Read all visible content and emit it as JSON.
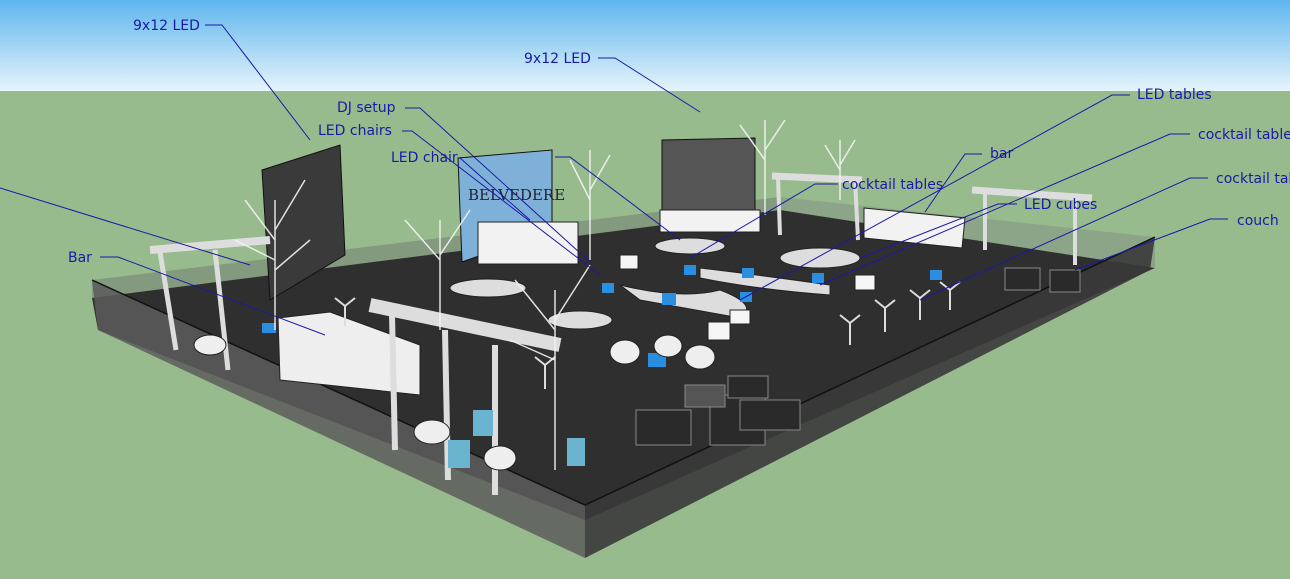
{
  "labels": {
    "led_left": "9x12 LED",
    "led_center": "9x12 LED",
    "dj_setup": "DJ setup",
    "led_chairs": "LED chairs",
    "led_chair": "LED chair",
    "led_tables": "LED tables",
    "cocktail_tables_top": "cocktail table",
    "cocktail_tables_mid": "cocktail tables",
    "cocktail_tables_right": "cocktail tal",
    "bar_right": "bar",
    "led_cubes": "LED cubes",
    "couch": "couch",
    "bar_left": "Bar"
  },
  "screen_brand": "BELVEDERE",
  "colors": {
    "sky_top": "#5eb6ee",
    "sky_bottom": "#e6f4fb",
    "ground": "#98bb8e",
    "floor": "#2f2f2f",
    "label": "#1a1aa6",
    "led_blue": "#2a8fe0"
  }
}
